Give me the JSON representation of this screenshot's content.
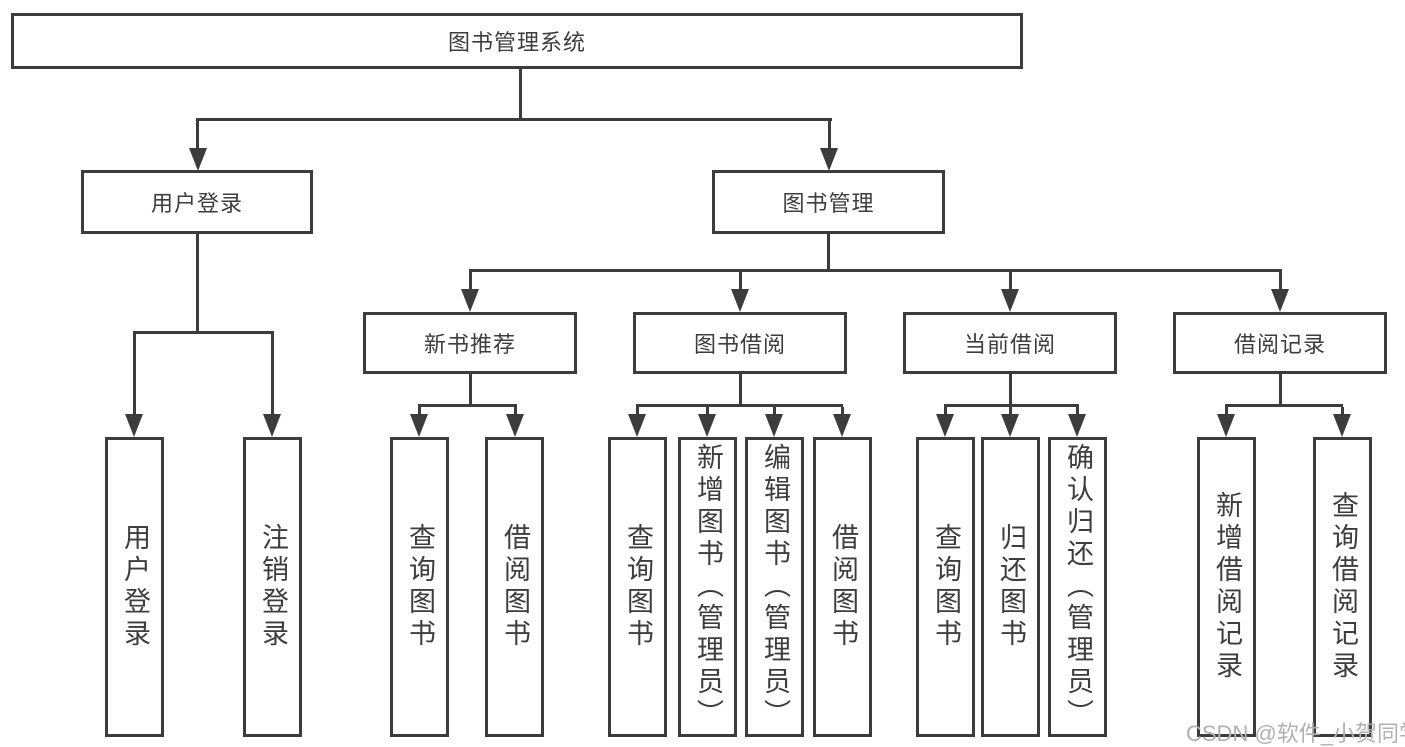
{
  "tree": {
    "root": {
      "label": "图书管理系统"
    },
    "level2": [
      {
        "label": "用户登录",
        "children": [
          {
            "label": "用户登录"
          },
          {
            "label": "注销登录"
          }
        ]
      },
      {
        "label": "图书管理",
        "children": [
          {
            "label": "新书推荐",
            "children": [
              {
                "label": "查询图书"
              },
              {
                "label": "借阅图书"
              }
            ]
          },
          {
            "label": "图书借阅",
            "children": [
              {
                "label": "查询图书"
              },
              {
                "label": "新增图书（管理员）"
              },
              {
                "label": "编辑图书（管理员）"
              },
              {
                "label": "借阅图书"
              }
            ]
          },
          {
            "label": "当前借阅",
            "children": [
              {
                "label": "查询图书"
              },
              {
                "label": "归还图书"
              },
              {
                "label": "确认归还（管理员）"
              }
            ]
          },
          {
            "label": "借阅记录",
            "children": [
              {
                "label": "新增借阅记录"
              },
              {
                "label": "查询借阅记录"
              }
            ]
          }
        ]
      }
    ]
  },
  "watermark": {
    "text": "CSDN @软件_小贺同学"
  },
  "colors": {
    "line": "#3c3c3c",
    "border": "#3c3c3c",
    "text": "#3d3d3d",
    "background": "#ffffff",
    "watermark": "#b2b0b0"
  }
}
